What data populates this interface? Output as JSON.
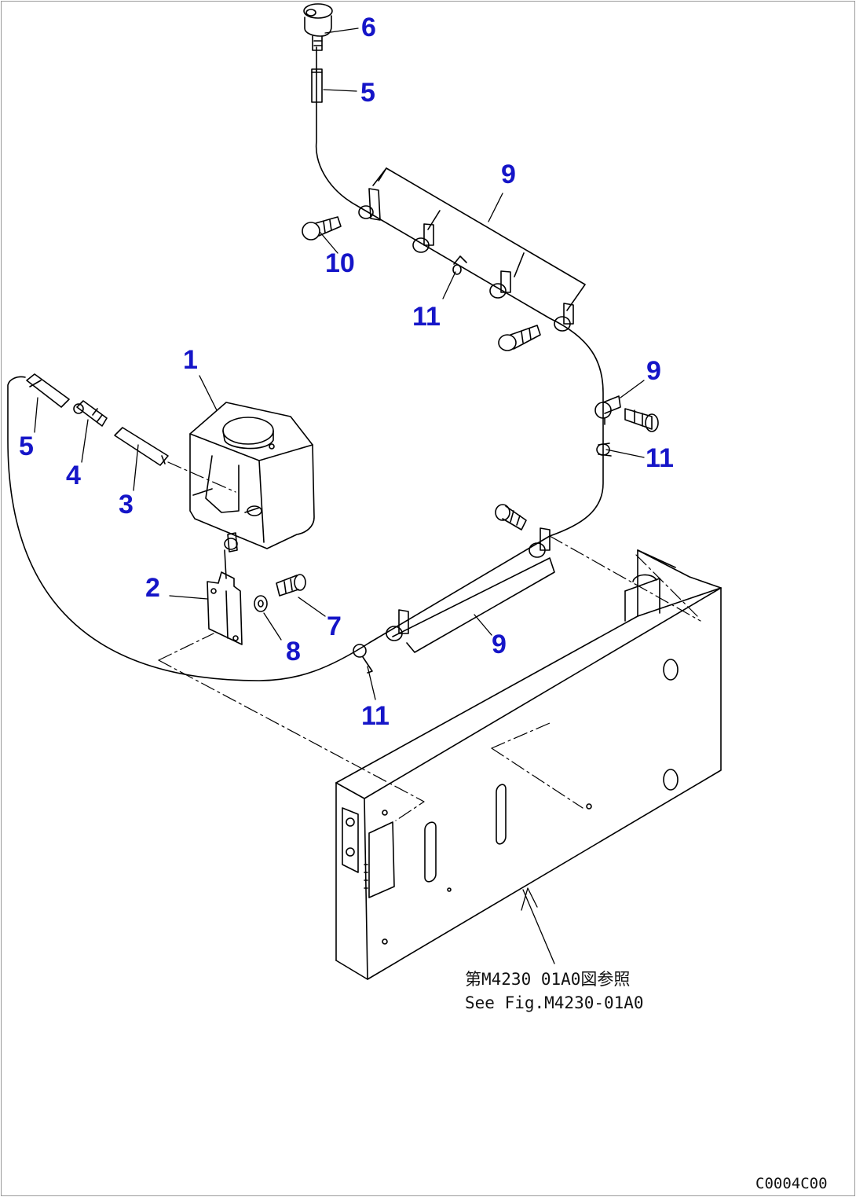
{
  "callouts": [
    {
      "label": "6"
    },
    {
      "label": "5"
    },
    {
      "label": "9"
    },
    {
      "label": "10"
    },
    {
      "label": "11"
    },
    {
      "label": "1"
    },
    {
      "label": "9"
    },
    {
      "label": "11"
    },
    {
      "label": "5"
    },
    {
      "label": "4"
    },
    {
      "label": "3"
    },
    {
      "label": "2"
    },
    {
      "label": "7"
    },
    {
      "label": "8"
    },
    {
      "label": "9"
    },
    {
      "label": "11"
    }
  ],
  "reference_note": {
    "line_jp": "第M4230 01A0図参照",
    "line_en": "See Fig.M4230-01A0"
  },
  "drawing_code": "C0004C00",
  "colors": {
    "callout": "#1515c8",
    "linework": "#000000"
  }
}
